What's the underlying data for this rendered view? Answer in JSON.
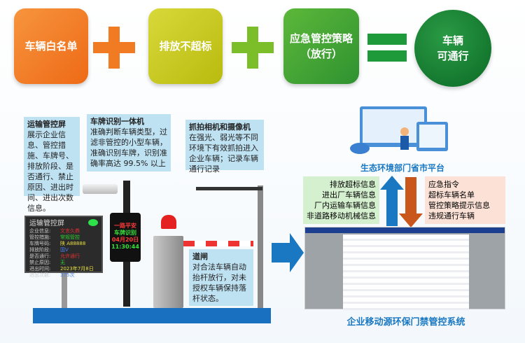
{
  "formula": {
    "item1": "车辆白名单",
    "item2": "排放不超标",
    "item3_line1": "应急管控策略",
    "item3_line2": "（放行）",
    "result_line1": "车辆",
    "result_line2": "可通行",
    "colors": {
      "orange": "#f27a22",
      "yellow": "#c6c816",
      "green": "#3fa535",
      "dark_green": "#0f7a2e",
      "blue": "#1a78c2"
    }
  },
  "callouts": {
    "screen": {
      "title": "运输管控屏",
      "text": "展示企业信息、管控措施、车牌号、排放阶段、是否通行、禁止原因、进出时间、进出次数信息。"
    },
    "plate": {
      "title": "车牌识别一体机",
      "text": "准确判断车辆类型，过滤非管控的小型车辆，准确识别车牌，识别准确率高达 99.5% 以上"
    },
    "camera": {
      "title": "抓拍相机和摄像机",
      "text": "在强光、弱光等不同环境下有效抓拍进入企业车辆；记录车辆通行记录"
    },
    "gate": {
      "title": "道闸",
      "text": "对合法车辆自动抬杆放行，对未授权车辆保持落杆状态。"
    }
  },
  "control_screen": {
    "title": "运输管控屏",
    "rows": [
      {
        "label": "企业信息:",
        "value": "文言久鼎",
        "color": "#e03030"
      },
      {
        "label": "管控措施:",
        "value": "常规管控",
        "color": "#30d030"
      },
      {
        "label": "车牌号码:",
        "value": "陕 A88888",
        "color": "#e8e040"
      },
      {
        "label": "排放阶段:",
        "value": "国V",
        "color": "#4a7de8"
      },
      {
        "label": "是否通行:",
        "value": "允许通行",
        "color": "#e03030"
      },
      {
        "label": "禁止原因:",
        "value": "无",
        "color": "#30d030"
      },
      {
        "label": "进出时间:",
        "value": "2023年7月8日",
        "color": "#e8e040"
      },
      {
        "label": "进出次数:",
        "value": "375次",
        "color": "#4a7de8"
      }
    ]
  },
  "plate_display": {
    "line1": "一路平安",
    "line2": "车牌识别",
    "line3": "04月20日",
    "line4": "11:30:44"
  },
  "platform": {
    "title": "生态环境部门省市平台",
    "upload": [
      "排放超标信息",
      "进出厂车辆信息",
      "厂内运输车辆信息",
      "非道路移动机械信息"
    ],
    "download": [
      "应急指令",
      "超标车辆名单",
      "管控策略提示信息",
      "违规通行车辆"
    ]
  },
  "system_caption": "企业移动源环保门禁管控系统"
}
